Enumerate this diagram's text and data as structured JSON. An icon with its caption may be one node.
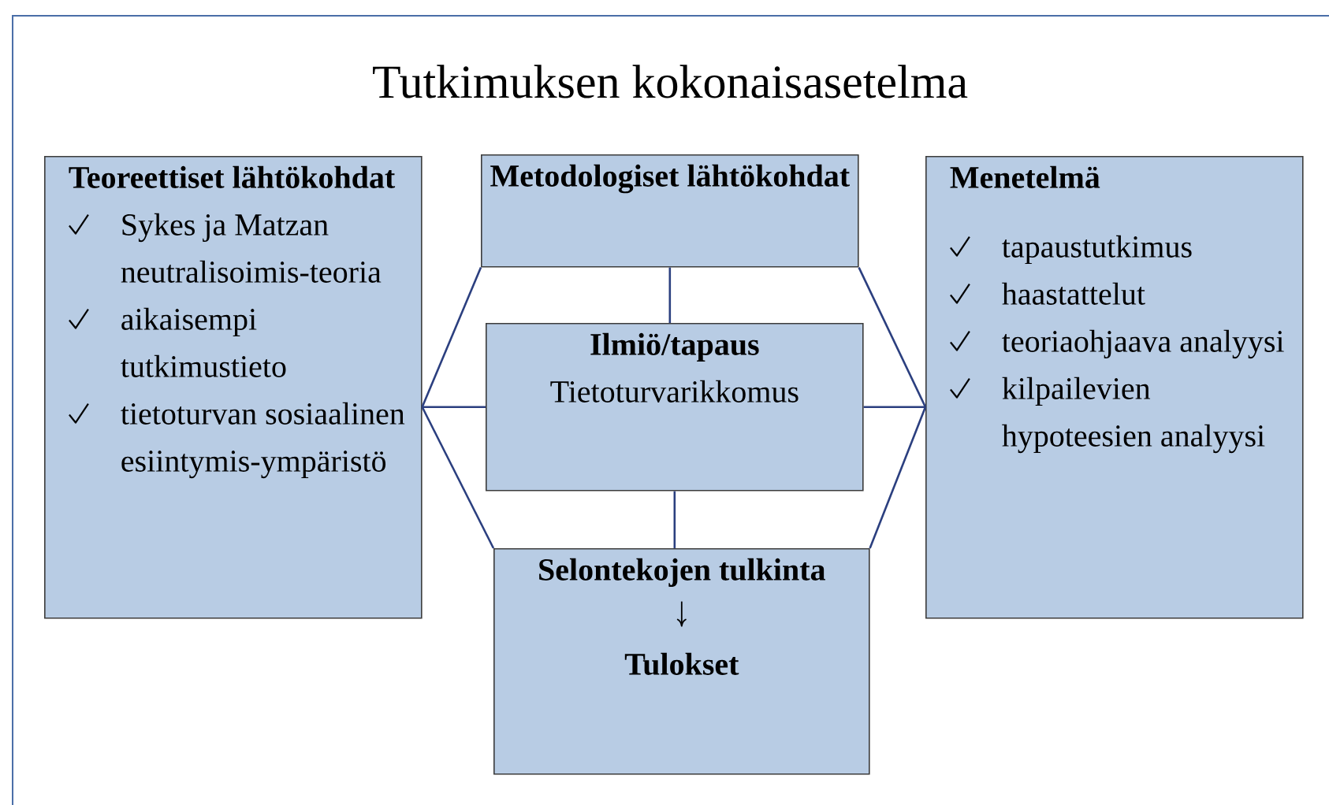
{
  "diagram": {
    "title": "Tutkimuksen kokonaisasetelma",
    "nodes": [
      {
        "text": [
          "Teoreettiset lähtökohdat",
          "Sykes ja Matzan neutralisoimis-teoria",
          "aikaisempi tutkimustieto",
          "tietoturvan sosiaalinen esiintymis-ympäristö"
        ]
      },
      {
        "text": [
          "Metodologiset lähtökohdat"
        ]
      },
      {
        "text": [
          "Ilmiö/tapaus",
          "Tietoturvarikkomus"
        ]
      },
      {
        "text": [
          "Selontekojen tulkinta",
          "Tulokset"
        ]
      },
      {
        "text": [
          "Menetelmä",
          "tapaustutkimus",
          "haastattelut",
          "teoriaohjaava analyysi",
          "kilpailevien hypoteesien analyysi"
        ]
      }
    ],
    "edges": [
      {
        "from": 1,
        "to": 2,
        "arrow": "none"
      },
      {
        "from": 2,
        "to": 3,
        "arrow": "none"
      },
      {
        "from": 0,
        "to": 2,
        "arrow": "none"
      },
      {
        "from": 2,
        "to": 4,
        "arrow": "none"
      },
      {
        "from": 0,
        "to": 1,
        "arrow": "none"
      },
      {
        "from": 0,
        "to": 3,
        "arrow": "none"
      },
      {
        "from": 1,
        "to": 4,
        "arrow": "none"
      },
      {
        "from": 3,
        "to": 4,
        "arrow": "none"
      }
    ]
  }
}
